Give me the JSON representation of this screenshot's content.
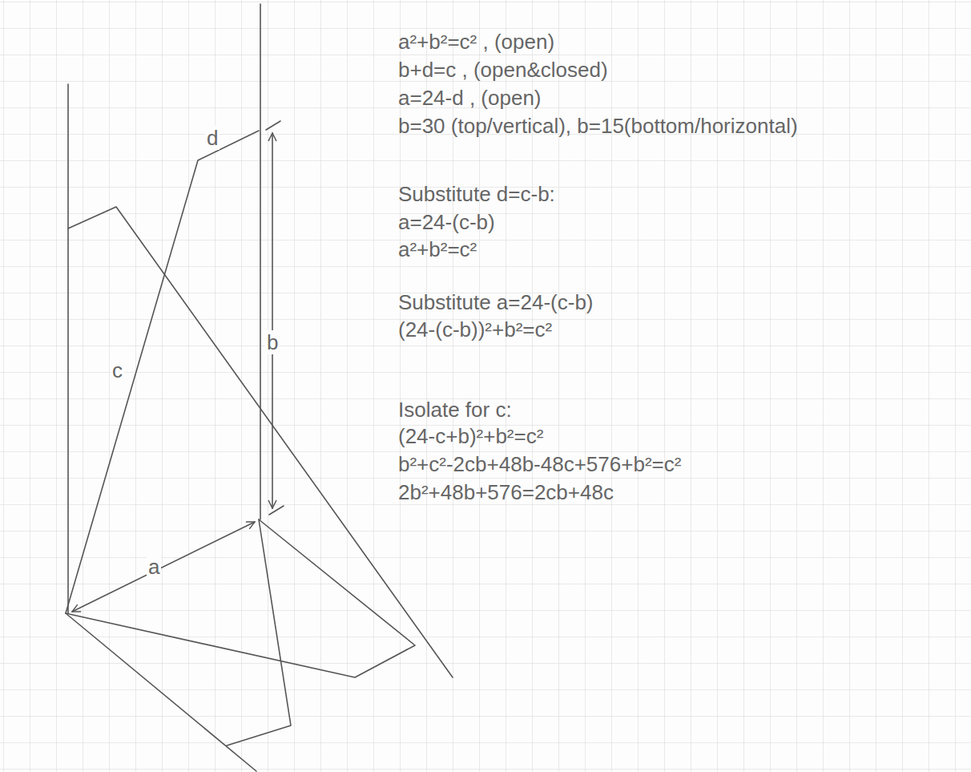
{
  "diagram": {
    "labels": [
      "a²+b²=c² , (open)",
      "b+d=c , (open&closed)",
      "a=24-d , (open)",
      "b=30 (top/vertical), b=15(bottom/horizontal)",
      "Substitute d=c-b:",
      "a=24-(c-b)",
      "a²+b²=c²",
      "Substitute a=24-(c-b)",
      "(24-(c-b))²+b²=c²",
      "Isolate for c:",
      "(24-c+b)²+b²=c²",
      "b²+c²-2cb+48b-48c+576+b²=c²",
      "2b²+48b+576=2cb+48c",
      "d",
      "b",
      "c",
      "a"
    ]
  }
}
